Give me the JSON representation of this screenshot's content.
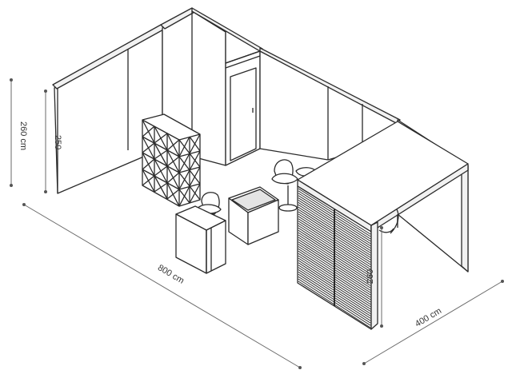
{
  "diagram": {
    "dimensions": {
      "total_height": "260 cm",
      "wall_height": "250",
      "length": "800 cm",
      "depth": "400 cm",
      "counter_height": "260"
    }
  }
}
